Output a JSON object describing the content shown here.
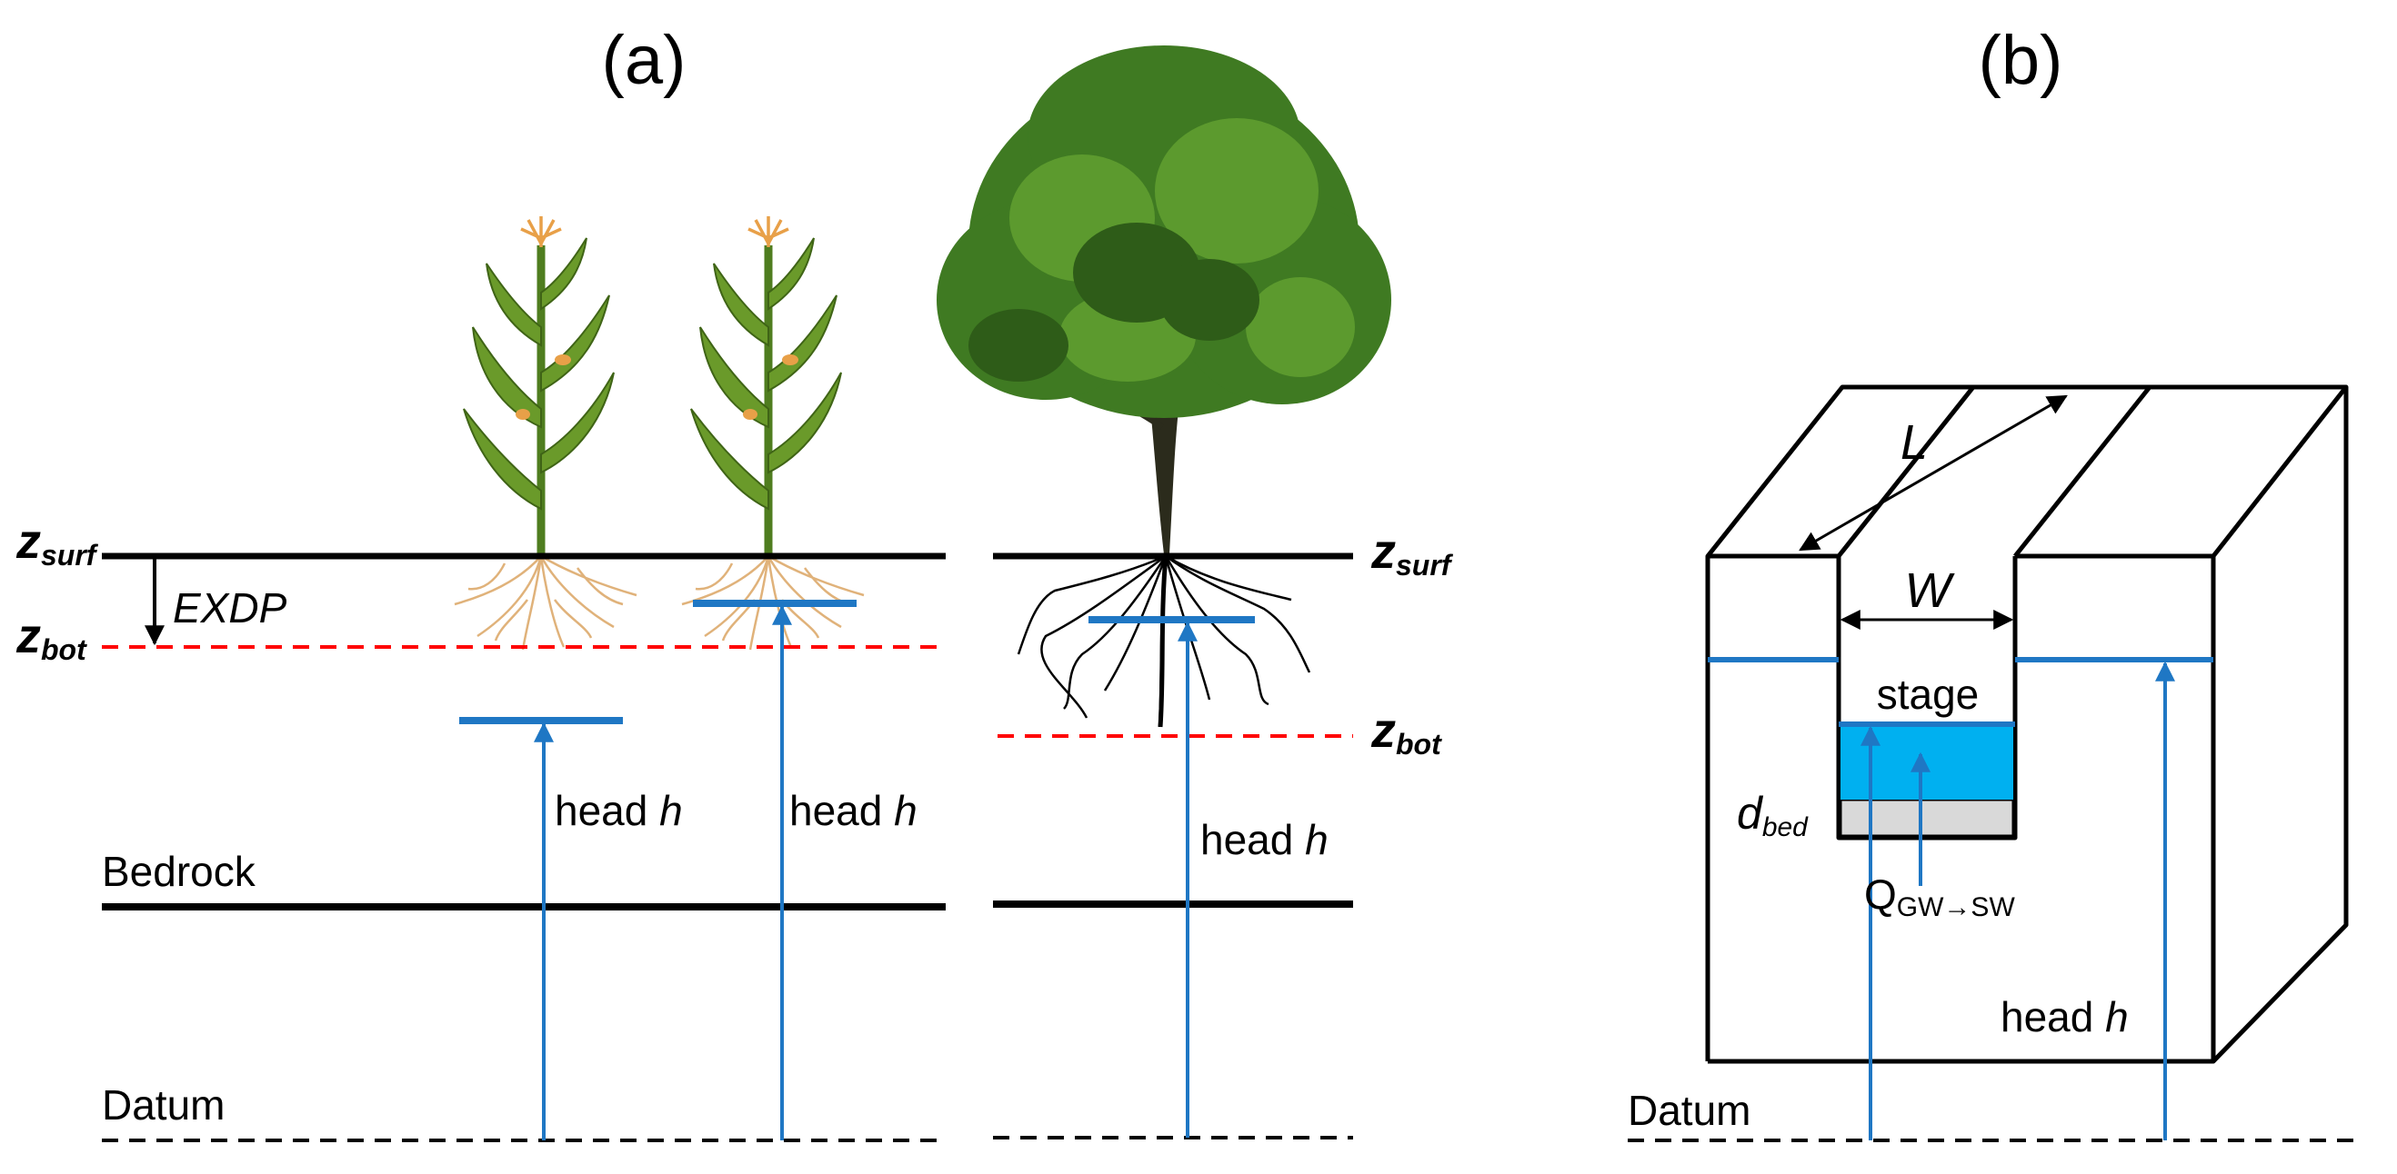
{
  "panel_a": {
    "panel_label": "(a)",
    "z_surf": {
      "main": "z",
      "sub": "surf"
    },
    "z_bot": {
      "main": "z",
      "sub": "bot"
    },
    "exdp": "EXDP",
    "head": {
      "word": "head ",
      "var": "h"
    },
    "bedrock": "Bedrock",
    "datum": "Datum"
  },
  "panel_b": {
    "panel_label": "(b)",
    "length": "L",
    "width": "W",
    "stage": "stage",
    "d_bed": {
      "main": "d",
      "sub": "bed"
    },
    "flux": {
      "main": "Q",
      "sub": "GW→SW"
    },
    "head": {
      "word": "head ",
      "var": "h"
    },
    "datum": "Datum"
  },
  "colors": {
    "water_table": "#1f77c4",
    "water": "#00b0f0",
    "streambed": "#d9d9d9",
    "extinction_depth": "#ff0000",
    "crop_leaf": "#6a9a2a",
    "crop_root": "#e0b27a",
    "tassel": "#e8a048",
    "tree_foliage": "#3f7a22",
    "trunk": "#2b2b1c"
  },
  "icons": [
    "corn-plant-icon",
    "corn-plant-icon",
    "tree-icon"
  ]
}
